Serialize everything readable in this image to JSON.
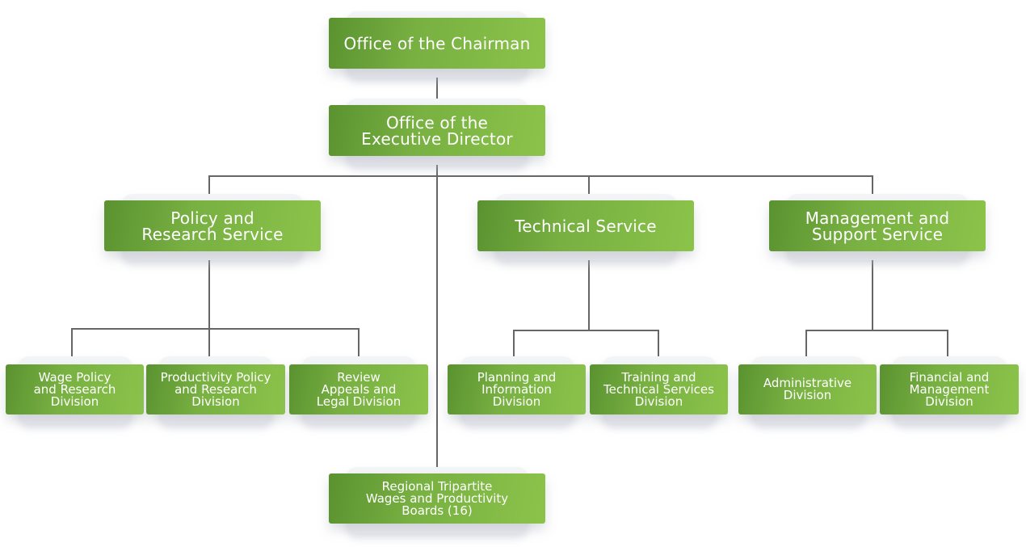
{
  "chart_title": "",
  "nodes": {
    "chairman": "Office of the Chairman",
    "executive_director": "Office of the\nExecutive Director",
    "policy_research": "Policy and\nResearch Service",
    "technical": "Technical Service",
    "management_support": "Management and\nSupport Service",
    "wage_policy": "Wage Policy\nand Research\nDivision",
    "productivity_policy": "Productivity Policy\nand Research\nDivision",
    "review_appeals": "Review\nAppeals and\nLegal Division",
    "planning_info": "Planning and\nInformation\nDivision",
    "training_technical": "Training and\nTechnical Services\nDivision",
    "administrative": "Administrative\nDivision",
    "financial_management": "Financial and\nManagement\nDivision",
    "regional_boards": "Regional Tripartite\nWages and Productivity\nBoards (16)"
  },
  "colors": {
    "box_dark": "#5a9230",
    "box_light": "#8bc34a",
    "connector": "#666666"
  }
}
